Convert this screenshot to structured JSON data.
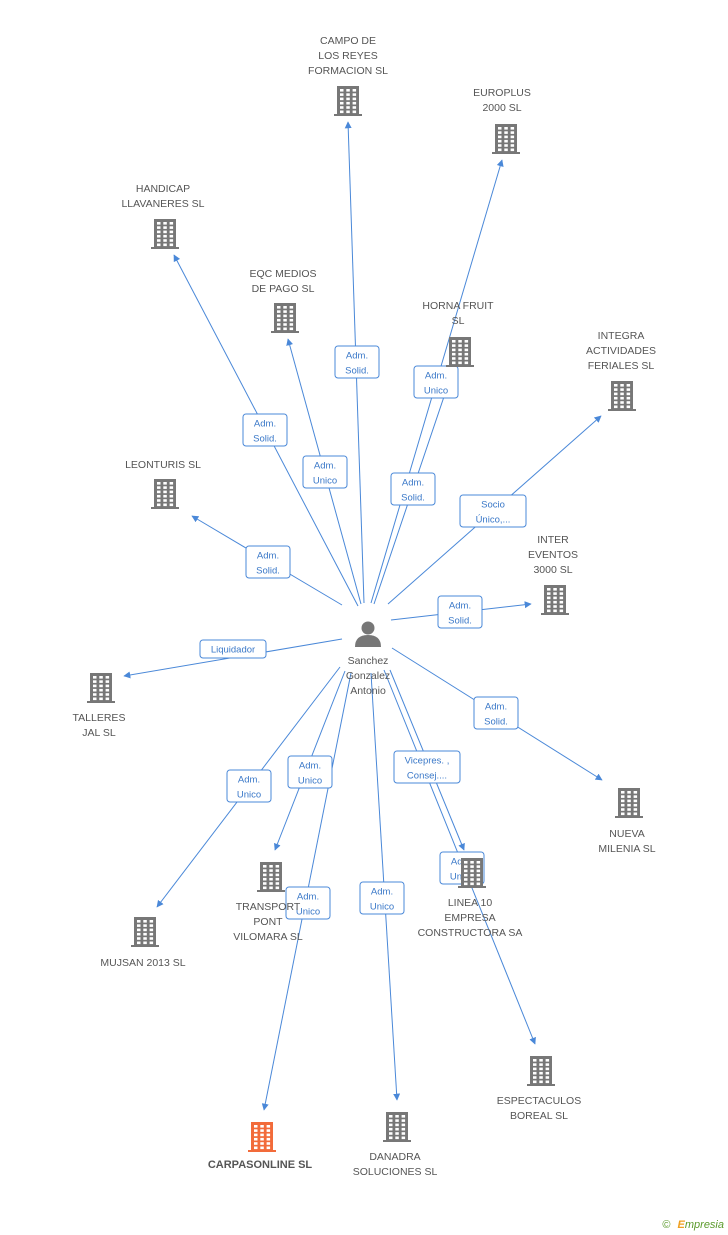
{
  "person": {
    "lines": [
      "Sanchez",
      "Gonzalez",
      "Antonio"
    ]
  },
  "companies": [
    {
      "id": "campo",
      "lines": [
        "CAMPO DE",
        "LOS REYES",
        "FORMACION SL"
      ]
    },
    {
      "id": "europlus",
      "lines": [
        "EUROPLUS",
        "2000 SL"
      ]
    },
    {
      "id": "handicap",
      "lines": [
        "HANDICAP",
        "LLAVANERES SL"
      ]
    },
    {
      "id": "eqc",
      "lines": [
        "EQC MEDIOS",
        "DE PAGO  SL"
      ]
    },
    {
      "id": "horna",
      "lines": [
        "HORNA FRUIT",
        "SL"
      ]
    },
    {
      "id": "integra",
      "lines": [
        "INTEGRA",
        "ACTIVIDADES",
        "FERIALES SL"
      ]
    },
    {
      "id": "leonturis",
      "lines": [
        "LEONTURIS SL"
      ]
    },
    {
      "id": "inter",
      "lines": [
        "INTER",
        "EVENTOS",
        "3000 SL"
      ]
    },
    {
      "id": "talleres",
      "lines": [
        "TALLERES",
        "JAL SL"
      ]
    },
    {
      "id": "nueva",
      "lines": [
        "NUEVA",
        "MILENIA SL"
      ]
    },
    {
      "id": "mujsan",
      "lines": [
        "MUJSAN 2013 SL"
      ]
    },
    {
      "id": "transport",
      "lines": [
        "TRANSPORT",
        "PONT",
        "VILOMARA SL"
      ]
    },
    {
      "id": "linea",
      "lines": [
        "LINEA 10",
        "EMPRESA",
        "CONSTRUCTORA SA"
      ]
    },
    {
      "id": "espectaculos",
      "lines": [
        "ESPECTACULOS",
        "BOREAL SL"
      ]
    },
    {
      "id": "carpas",
      "lines": [
        "CARPASONLINE SL"
      ],
      "highlight": true
    },
    {
      "id": "danadra",
      "lines": [
        "DANADRA",
        "SOLUCIONES SL"
      ]
    }
  ],
  "edges": [
    {
      "to": "campo",
      "label": [
        "Adm.",
        "Solid."
      ]
    },
    {
      "to": "europlus",
      "label": [
        "Adm.",
        "Solid."
      ]
    },
    {
      "to": "handicap",
      "label": [
        "Adm.",
        "Solid."
      ]
    },
    {
      "to": "eqc",
      "label": [
        "Adm.",
        "Unico"
      ]
    },
    {
      "to": "horna",
      "label": [
        "Adm.",
        "Unico"
      ]
    },
    {
      "to": "integra",
      "label": [
        "Socio",
        "Único,..."
      ]
    },
    {
      "to": "leonturis",
      "label": [
        "Adm.",
        "Solid."
      ]
    },
    {
      "to": "inter",
      "label": [
        "Adm.",
        "Solid."
      ]
    },
    {
      "to": "talleres",
      "label": [
        "Liquidador"
      ]
    },
    {
      "to": "nueva",
      "label": [
        "Adm.",
        "Solid."
      ]
    },
    {
      "to": "mujsan",
      "label": [
        "Adm.",
        "Unico"
      ]
    },
    {
      "to": "transport",
      "label": [
        "Adm.",
        "Unico"
      ]
    },
    {
      "to": "linea",
      "label": [
        "Vicepres. ,",
        "Consej...."
      ]
    },
    {
      "to": "espectaculos",
      "label": [
        "Adm.",
        "Unico"
      ]
    },
    {
      "to": "carpas",
      "label": [
        "Adm.",
        "Unico"
      ]
    },
    {
      "to": "danadra",
      "label": [
        "Adm.",
        "Unico"
      ]
    }
  ],
  "colors": {
    "edge": "#4a88d8",
    "building": "#777777",
    "building_highlight": "#f26b3a",
    "person_icon": "#777777"
  },
  "footer": {
    "copyright": "©",
    "brand_first": "E",
    "brand_rest": "mpresia"
  }
}
